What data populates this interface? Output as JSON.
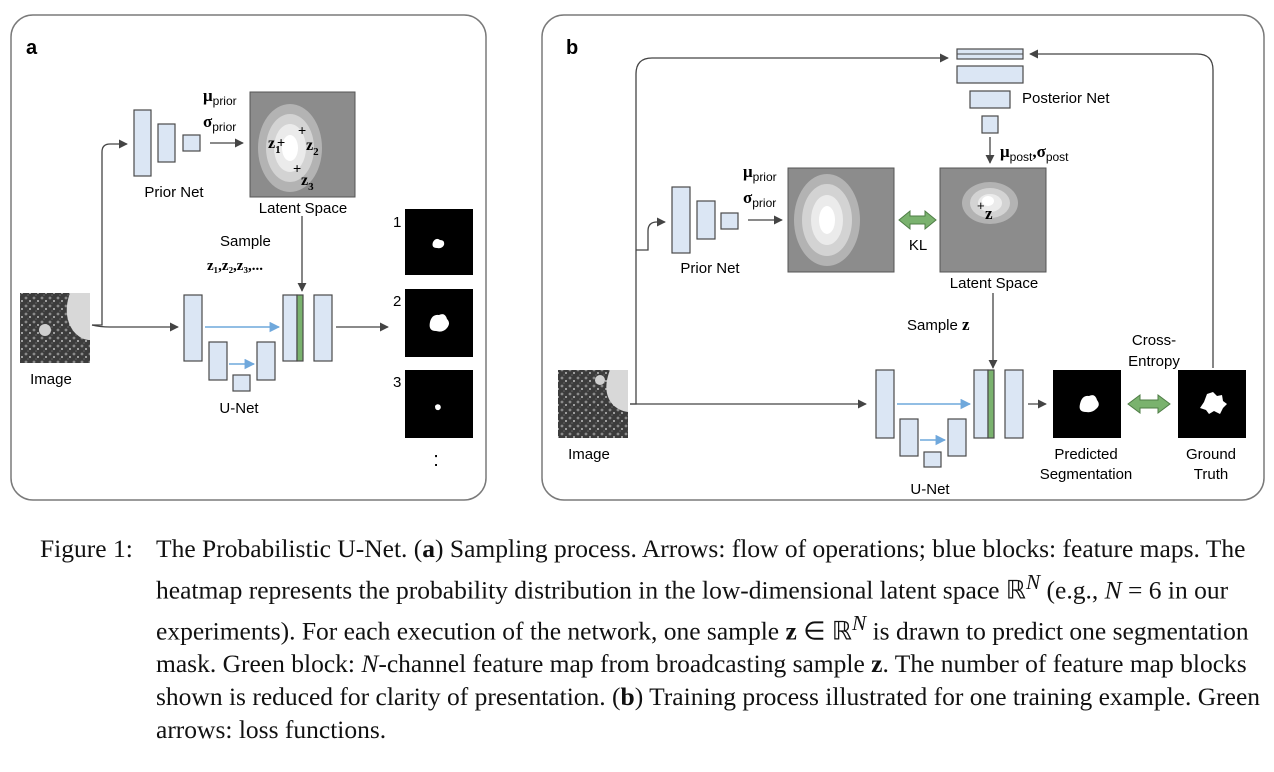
{
  "panel_a": {
    "label": "a",
    "image_label": "Image",
    "prior_net_label": "Prior Net",
    "mu_label": "μ",
    "mu_sub": "prior",
    "sigma_label": "σ",
    "sigma_sub": "prior",
    "latent_label": "Latent Space",
    "z1": "z",
    "z1_sub": "1",
    "z2": "z",
    "z2_sub": "2",
    "z3": "z",
    "z3_sub": "3",
    "sample_label": "Sample",
    "sample_list": "z₁,z₂,z₃,...",
    "unet_label": "U-Net",
    "out1": "1",
    "out2": "2",
    "out3": "3",
    "more": ":"
  },
  "panel_b": {
    "label": "b",
    "image_label": "Image",
    "prior_net_label": "Prior Net",
    "mu_label": "μ",
    "mu_sub": "prior",
    "sigma_label": "σ",
    "sigma_sub": "prior",
    "posterior_net_label": "Posterior Net",
    "mu_post": "μ",
    "post_sub": "post",
    "sigma_post": "σ",
    "post_sub2": "post",
    "kl_label": "KL",
    "z_label": "z",
    "latent_label": "Latent Space",
    "sample_label": "Sample",
    "sample_z": "z",
    "cross_line1": "Cross-",
    "cross_line2": "Entropy",
    "unet_label": "U-Net",
    "pred_line1": "Predicted",
    "pred_line2": "Segmentation",
    "gt_line1": "Ground",
    "gt_line2": "Truth"
  },
  "caption": {
    "lead": "Figure 1:",
    "p1": "The Probabilistic U-Net. (",
    "p1b": "a",
    "p2": ") Sampling process. Arrows: flow of operations; blue blocks: feature maps. The heatmap represents the probability distribution in the low-dimensional latent space ℝ",
    "sup1": "N",
    "p3": " (e.g., ",
    "p3i": "N",
    "p4": " = 6 in our experiments). For each execution of the network, one sample ",
    "p4b": "z",
    "p5": " ∈ ℝ",
    "sup2": "N",
    "p6": " is drawn to predict one segmentation mask. Green block: ",
    "p6i": "N",
    "p7": "-channel feature map from broadcasting sample ",
    "p7b": "z",
    "p8": ".  The number of feature map blocks shown is reduced for clarity of presentation. (",
    "p8b": "b",
    "p9": ") Training process illustrated for one training example. Green arrows: loss functions."
  },
  "colors": {
    "block_fill": "#dbe6f4",
    "block_stroke": "#4a4a4a",
    "green": "#7ab26e",
    "blue_arrow": "#6fa8dc",
    "heat_bg": "#8c8c8c"
  }
}
